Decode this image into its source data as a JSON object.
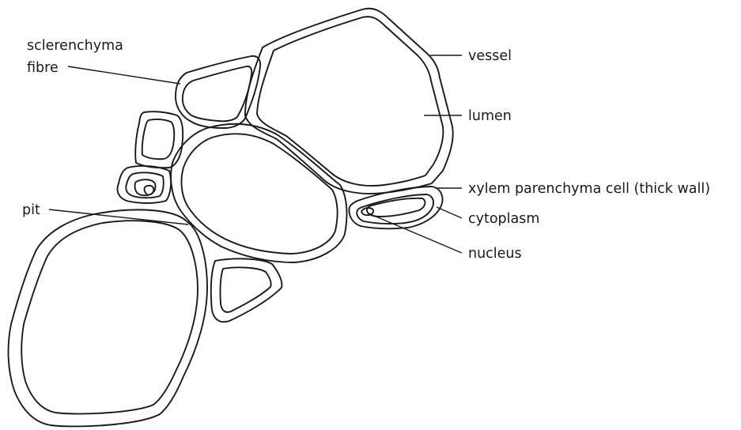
{
  "labels": {
    "sclerenchyma_line1": "sclerenchyma",
    "sclerenchyma_line2": "fibre",
    "pit": "pit",
    "vessel": "vessel",
    "lumen": "lumen",
    "xylem_parenchyma": "xylem parenchyma cell (thick wall)",
    "cytoplasm": "cytoplasm",
    "nucleus": "nucleus"
  }
}
